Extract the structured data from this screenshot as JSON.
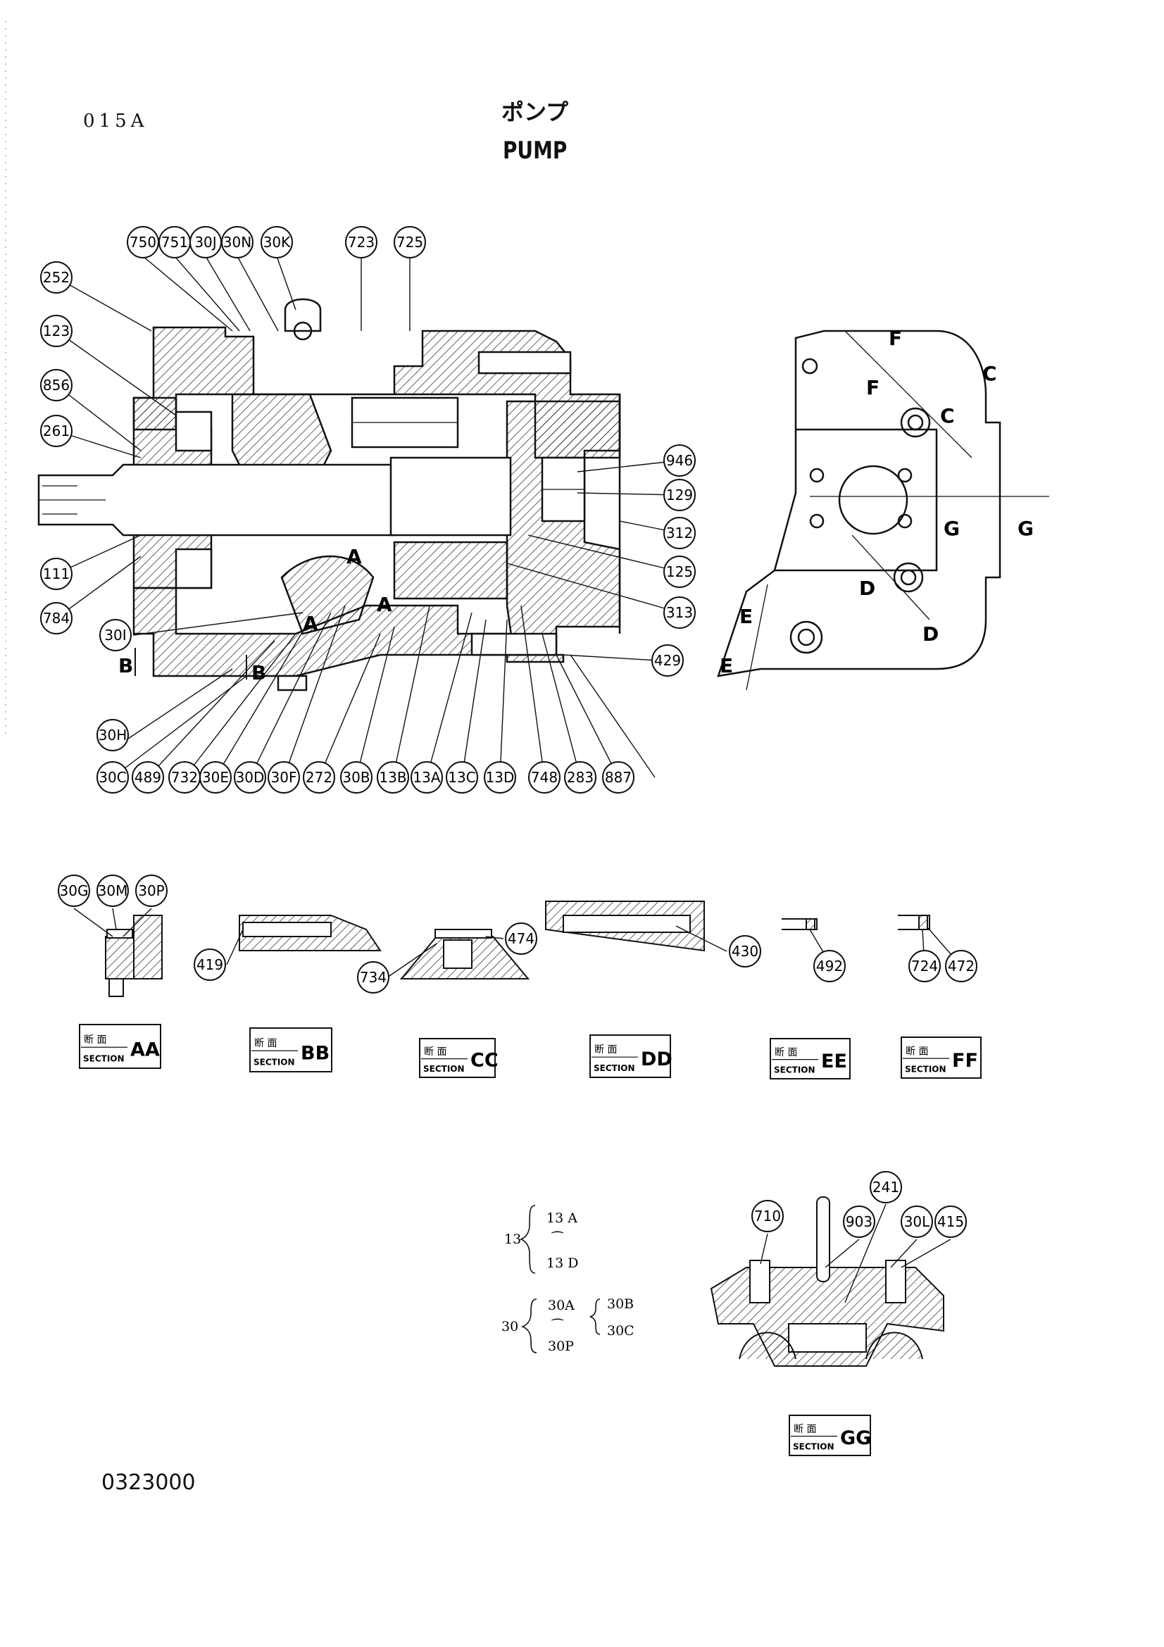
{
  "header": {
    "code": "015A",
    "title_jp": "ポンプ",
    "title_en": "PUMP"
  },
  "footer": {
    "number": "0323000"
  },
  "main_view": {
    "part_tags": [
      {
        "id": "750"
      },
      {
        "id": "751"
      },
      {
        "id": "30J"
      },
      {
        "id": "30N"
      },
      {
        "id": "30K"
      },
      {
        "id": "723"
      },
      {
        "id": "725"
      },
      {
        "id": "252"
      },
      {
        "id": "123"
      },
      {
        "id": "856"
      },
      {
        "id": "261"
      },
      {
        "id": "111"
      },
      {
        "id": "784"
      },
      {
        "id": "30I"
      },
      {
        "id": "30H"
      },
      {
        "id": "30C"
      },
      {
        "id": "489"
      },
      {
        "id": "732"
      },
      {
        "id": "30E"
      },
      {
        "id": "30D"
      },
      {
        "id": "30F"
      },
      {
        "id": "272"
      },
      {
        "id": "30B"
      },
      {
        "id": "13B"
      },
      {
        "id": "13A"
      },
      {
        "id": "13C"
      },
      {
        "id": "13D"
      },
      {
        "id": "748"
      },
      {
        "id": "283"
      },
      {
        "id": "887"
      },
      {
        "id": "946"
      },
      {
        "id": "129"
      },
      {
        "id": "312"
      },
      {
        "id": "125"
      },
      {
        "id": "313"
      },
      {
        "id": "429"
      }
    ],
    "cut_marks": [
      "A",
      "A",
      "A",
      "B",
      "B"
    ]
  },
  "side_view": {
    "cut_marks": [
      "F",
      "F",
      "C",
      "C",
      "G",
      "G",
      "D",
      "D",
      "E",
      "E"
    ]
  },
  "section_views": [
    {
      "kanji": "断 面",
      "word": "SECTION",
      "id": "AA",
      "tags": [
        "30G",
        "30M",
        "30P"
      ]
    },
    {
      "kanji": "断 面",
      "word": "SECTION",
      "id": "BB",
      "tags": [
        "419"
      ]
    },
    {
      "kanji": "断 面",
      "word": "SECTION",
      "id": "CC",
      "tags": [
        "734",
        "474"
      ]
    },
    {
      "kanji": "断 面",
      "word": "SECTION",
      "id": "DD",
      "tags": [
        "430"
      ]
    },
    {
      "kanji": "断 面",
      "word": "SECTION",
      "id": "EE",
      "tags": [
        "492"
      ]
    },
    {
      "kanji": "断 面",
      "word": "SECTION",
      "id": "FF",
      "tags": [
        "724",
        "472"
      ]
    },
    {
      "kanji": "断 面",
      "word": "SECTION",
      "id": "GG",
      "tags": [
        "710",
        "903",
        "241",
        "30L",
        "415"
      ]
    }
  ],
  "legend": {
    "group13": {
      "label": "13",
      "first": "13 A",
      "tilde": "⁀",
      "last": "13 D"
    },
    "group30": {
      "label": "30",
      "first": "30A",
      "tilde": "⁀",
      "last": "30P",
      "sub_first": "30B",
      "sub_last": "30C"
    }
  },
  "colors": {
    "ink": "#1a1a1a",
    "paper": "#ffffff"
  }
}
